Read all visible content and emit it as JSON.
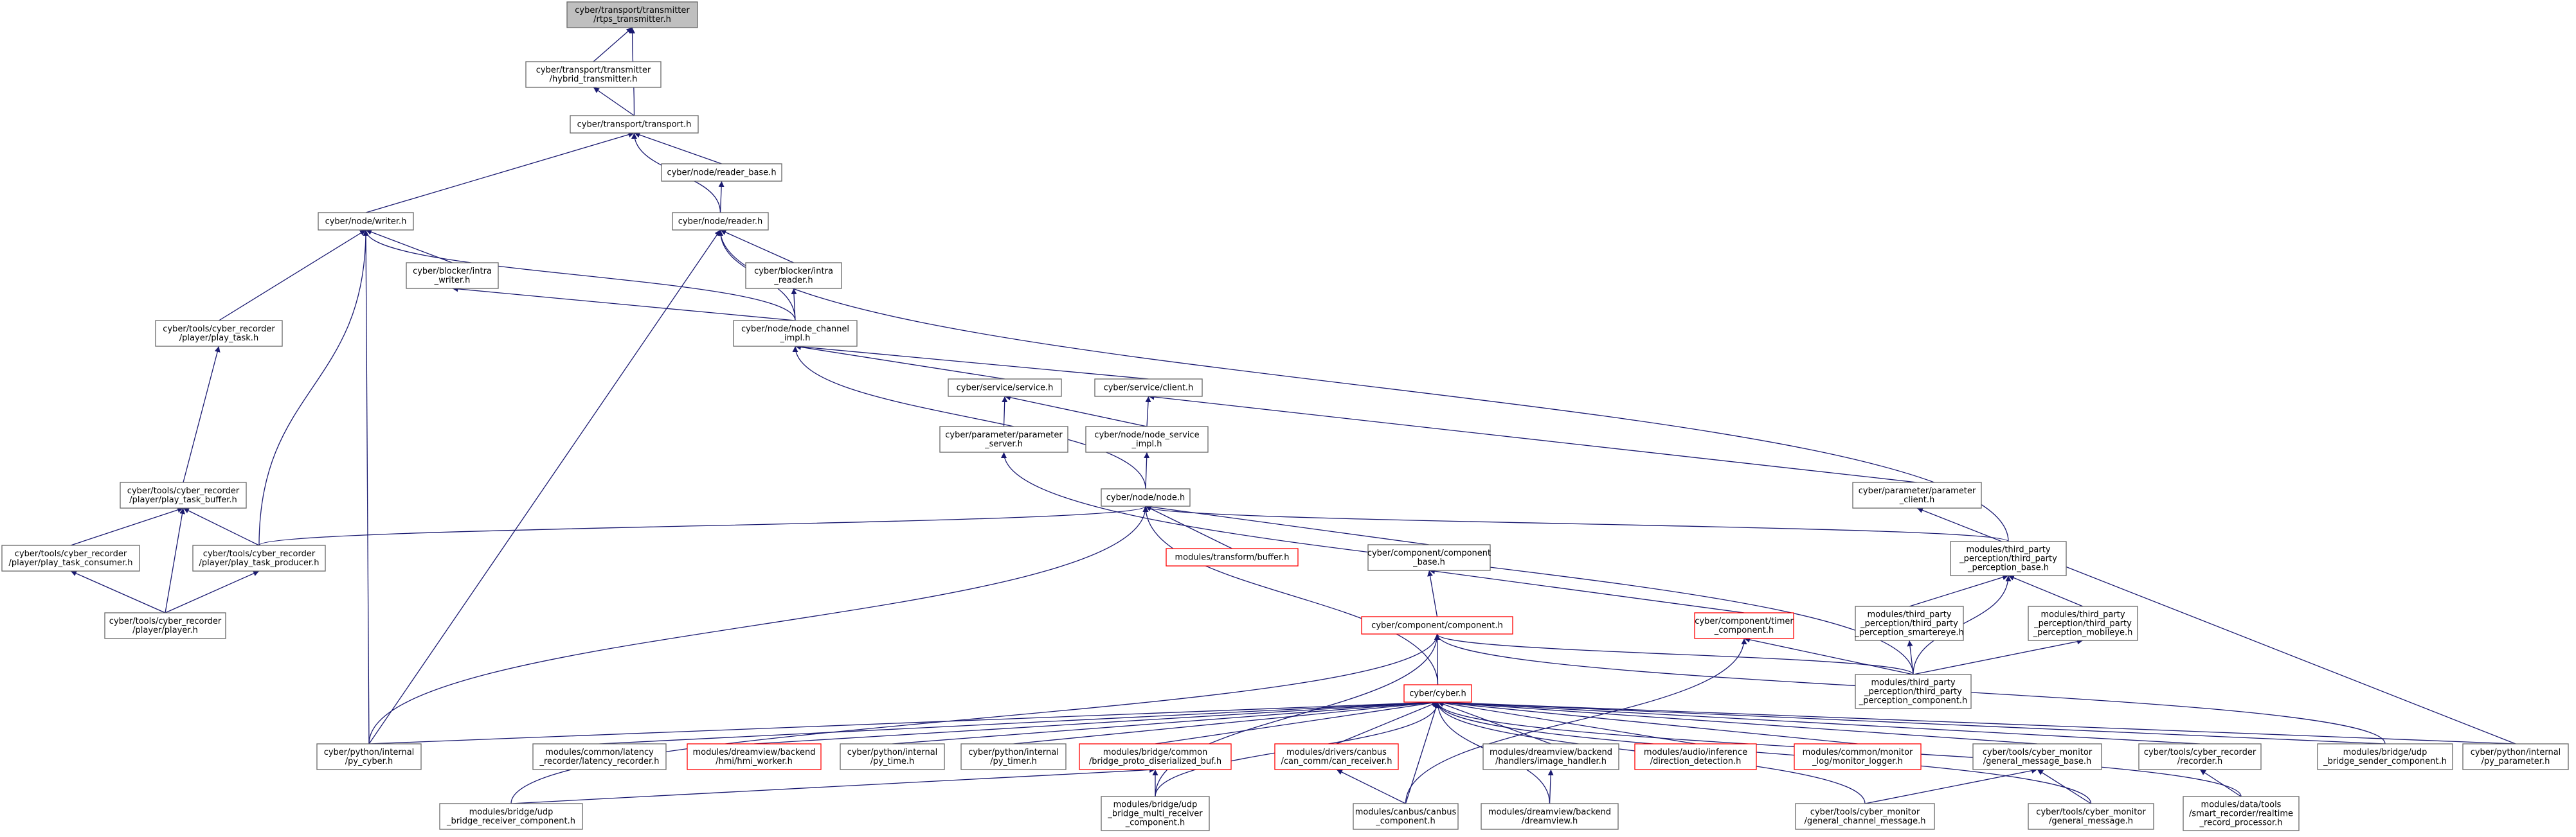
{
  "edge_color": "#191970",
  "node_border": "#666666",
  "node_border_truncated": "#ff0000",
  "root_fill": "#bfbfbf",
  "nodes": [
    {
      "id": "rtps",
      "lines": [
        "cyber/transport/transmitter",
        "/rtps_transmitter.h"
      ],
      "style": "root"
    },
    {
      "id": "hybrid",
      "lines": [
        "cyber/transport/transmitter",
        "/hybrid_transmitter.h"
      ]
    },
    {
      "id": "transport",
      "lines": [
        "cyber/transport/transport.h"
      ]
    },
    {
      "id": "reader_base",
      "lines": [
        "cyber/node/reader_base.h"
      ]
    },
    {
      "id": "writer",
      "lines": [
        "cyber/node/writer.h"
      ]
    },
    {
      "id": "reader",
      "lines": [
        "cyber/node/reader.h"
      ]
    },
    {
      "id": "intra_writer",
      "lines": [
        "cyber/blocker/intra",
        "_writer.h"
      ]
    },
    {
      "id": "intra_reader",
      "lines": [
        "cyber/blocker/intra",
        "_reader.h"
      ]
    },
    {
      "id": "play_task",
      "lines": [
        "cyber/tools/cyber_recorder",
        "/player/play_task.h"
      ]
    },
    {
      "id": "node_channel",
      "lines": [
        "cyber/node/node_channel",
        "_impl.h"
      ]
    },
    {
      "id": "service",
      "lines": [
        "cyber/service/service.h"
      ]
    },
    {
      "id": "client",
      "lines": [
        "cyber/service/client.h"
      ]
    },
    {
      "id": "param_server",
      "lines": [
        "cyber/parameter/parameter",
        "_server.h"
      ]
    },
    {
      "id": "node_service",
      "lines": [
        "cyber/node/node_service",
        "_impl.h"
      ]
    },
    {
      "id": "param_client",
      "lines": [
        "cyber/parameter/parameter",
        "_client.h"
      ]
    },
    {
      "id": "play_task_buffer",
      "lines": [
        "cyber/tools/cyber_recorder",
        "/player/play_task_buffer.h"
      ]
    },
    {
      "id": "node",
      "lines": [
        "cyber/node/node.h"
      ]
    },
    {
      "id": "play_task_consumer",
      "lines": [
        "cyber/tools/cyber_recorder",
        "/player/play_task_consumer.h"
      ]
    },
    {
      "id": "play_task_producer",
      "lines": [
        "cyber/tools/cyber_recorder",
        "/player/play_task_producer.h"
      ]
    },
    {
      "id": "transform_buffer",
      "lines": [
        "modules/transform/buffer.h"
      ],
      "style": "red"
    },
    {
      "id": "component_base",
      "lines": [
        "cyber/component/component",
        "_base.h"
      ]
    },
    {
      "id": "tp_base",
      "lines": [
        "modules/third_party",
        "_perception/third_party",
        "_perception_base.h"
      ]
    },
    {
      "id": "player",
      "lines": [
        "cyber/tools/cyber_recorder",
        "/player/player.h"
      ]
    },
    {
      "id": "component",
      "lines": [
        "cyber/component/component.h"
      ],
      "style": "red"
    },
    {
      "id": "timer_component",
      "lines": [
        "cyber/component/timer",
        "_component.h"
      ],
      "style": "red"
    },
    {
      "id": "tp_smartereye",
      "lines": [
        "modules/third_party",
        "_perception/third_party",
        "_perception_smartereye.h"
      ]
    },
    {
      "id": "tp_mobileye",
      "lines": [
        "modules/third_party",
        "_perception/third_party",
        "_perception_mobileye.h"
      ]
    },
    {
      "id": "tp_component",
      "lines": [
        "modules/third_party",
        "_perception/third_party",
        "_perception_component.h"
      ]
    },
    {
      "id": "cyber",
      "lines": [
        "cyber/cyber.h"
      ],
      "style": "red"
    },
    {
      "id": "py_cyber",
      "lines": [
        "cyber/python/internal",
        "/py_cyber.h"
      ]
    },
    {
      "id": "latency",
      "lines": [
        "modules/common/latency",
        "_recorder/latency_recorder.h"
      ]
    },
    {
      "id": "hmi_worker",
      "lines": [
        "modules/dreamview/backend",
        "/hmi/hmi_worker.h"
      ],
      "style": "red"
    },
    {
      "id": "py_time",
      "lines": [
        "cyber/python/internal",
        "/py_time.h"
      ]
    },
    {
      "id": "py_timer",
      "lines": [
        "cyber/python/internal",
        "/py_timer.h"
      ]
    },
    {
      "id": "proto_diser",
      "lines": [
        "modules/bridge/common",
        "/bridge_proto_diserialized_buf.h"
      ],
      "style": "red"
    },
    {
      "id": "can_receiver",
      "lines": [
        "modules/drivers/canbus",
        "/can_comm/can_receiver.h"
      ],
      "style": "red"
    },
    {
      "id": "image_handler",
      "lines": [
        "modules/dreamview/backend",
        "/handlers/image_handler.h"
      ]
    },
    {
      "id": "direction",
      "lines": [
        "modules/audio/inference",
        "/direction_detection.h"
      ],
      "style": "red"
    },
    {
      "id": "monitor_logger",
      "lines": [
        "modules/common/monitor",
        "_log/monitor_logger.h"
      ],
      "style": "red"
    },
    {
      "id": "gen_msg_base",
      "lines": [
        "cyber/tools/cyber_monitor",
        "/general_message_base.h"
      ]
    },
    {
      "id": "recorder",
      "lines": [
        "cyber/tools/cyber_recorder",
        "/recorder.h"
      ]
    },
    {
      "id": "udp_sender",
      "lines": [
        "modules/bridge/udp",
        "_bridge_sender_component.h"
      ]
    },
    {
      "id": "py_parameter",
      "lines": [
        "cyber/python/internal",
        "/py_parameter.h"
      ]
    },
    {
      "id": "udp_receiver",
      "lines": [
        "modules/bridge/udp",
        "_bridge_receiver_component.h"
      ]
    },
    {
      "id": "udp_multi",
      "lines": [
        "modules/bridge/udp",
        "_bridge_multi_receiver",
        "_component.h"
      ]
    },
    {
      "id": "canbus_component",
      "lines": [
        "modules/canbus/canbus",
        "_component.h"
      ]
    },
    {
      "id": "dreamview",
      "lines": [
        "modules/dreamview/backend",
        "/dreamview.h"
      ]
    },
    {
      "id": "gen_channel_msg",
      "lines": [
        "cyber/tools/cyber_monitor",
        "/general_channel_message.h"
      ]
    },
    {
      "id": "gen_msg",
      "lines": [
        "cyber/tools/cyber_monitor",
        "/general_message.h"
      ]
    },
    {
      "id": "realtime_rec",
      "lines": [
        "modules/data/tools",
        "/smart_recorder/realtime",
        "_record_processor.h"
      ]
    }
  ]
}
